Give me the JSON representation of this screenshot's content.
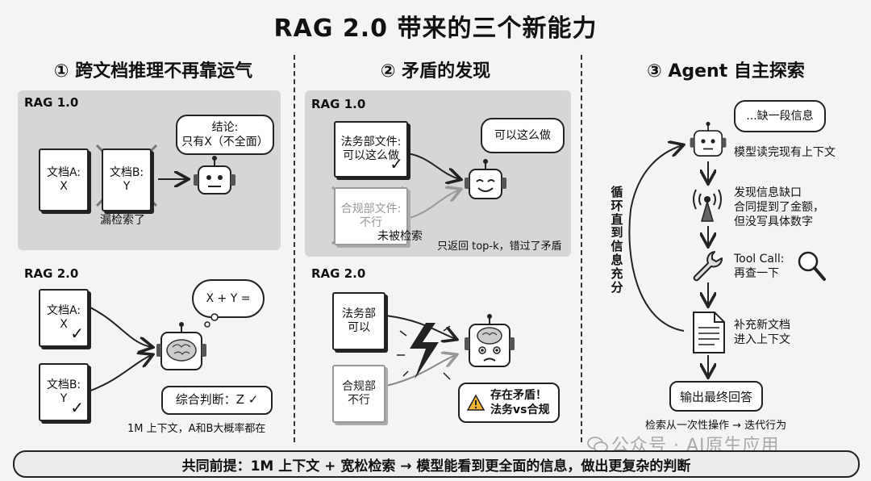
{
  "title": "RAG 2.0 带来的三个新能力",
  "col1": {
    "title": "① 跨文档推理不再靠运气",
    "v1": {
      "tag": "RAG 1.0",
      "doc_a": "文档A:\nX",
      "doc_b": "文档B:\nY",
      "missed": "漏检索了",
      "bubble": "结论:\n只有X（不全面）"
    },
    "v2": {
      "tag": "RAG 2.0",
      "doc_a": "文档A:\nX",
      "doc_b": "文档B:\nY",
      "thought": "X + Y =",
      "judge": "综合判断：Z ✓",
      "note": "1M 上下文，A和B大概率都在"
    }
  },
  "col2": {
    "title": "② 矛盾的发现",
    "v1": {
      "tag": "RAG 1.0",
      "doc_legal": "法务部文件:\n可以这么做",
      "doc_compliance": "合规部文件:\n不行",
      "bubble": "可以这么做",
      "not_retrieved": "未被检索",
      "note": "只返回 top-k，错过了矛盾"
    },
    "v2": {
      "tag": "RAG 2.0",
      "doc_legal": "法务部\n可以",
      "doc_compliance": "合规部\n不行",
      "warning": "存在矛盾！\n法务vs合规"
    }
  },
  "col3": {
    "title": "③ Agent 自主探索",
    "bubble": "...缺一段信息",
    "steps": [
      "模型读完现有上下文",
      "发现信息缺口\n合同提到了金额，\n但没写具体数字",
      "Tool Call:\n再查一下",
      "补充新文档\n进入上下文"
    ],
    "output": "输出最终回答",
    "cycle": "循环直到信息充分",
    "note": "检索从一次性操作 → 迭代行为"
  },
  "footer": "共同前提：1M 上下文 + 宽松检索 → 模型能看到更全面的信息，做出更复杂的判断",
  "watermark": "公众号 · AI原生应用"
}
